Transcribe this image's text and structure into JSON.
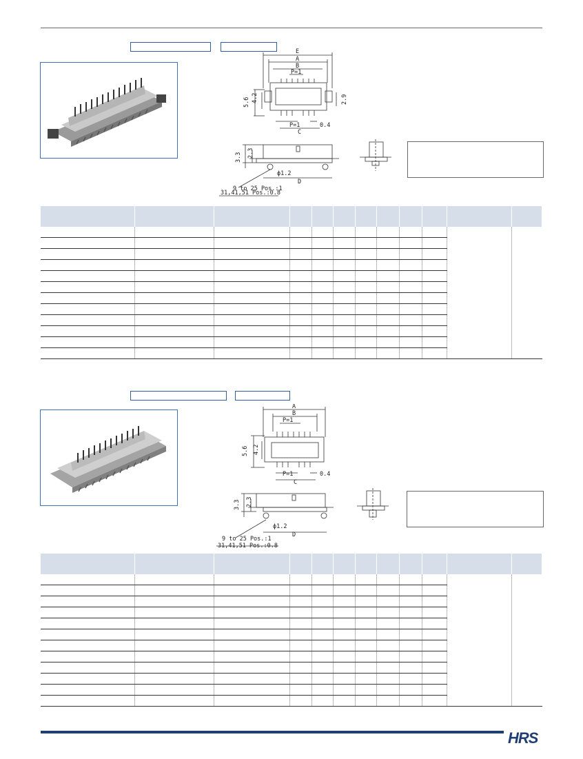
{
  "logo": {
    "text": "HRS",
    "brand_color": "#1f3f73"
  },
  "colors": {
    "table_header": "#d6dfe9",
    "accent": "#2a5fa8"
  },
  "section1": {
    "dims": {
      "E": "E",
      "A": "A",
      "B": "B",
      "P1": "P=1",
      "h56": "5.6",
      "h42": "4.2",
      "h29": "2.9",
      "P1b": "P=1",
      "d04": "0.4",
      "C": "C",
      "h33": "3.3",
      "h23": "2.3",
      "phi": "ϕ1.2",
      "D": "D",
      "note1": "9 to 25 Pos.:1",
      "note2": "31,41,51 Pos.:0.8"
    },
    "table": {
      "rows": 12
    }
  },
  "section2": {
    "dims": {
      "A": "A",
      "B": "B",
      "P1": "P=1",
      "h56": "5.6",
      "h42": "4.2",
      "P1b": "P=1",
      "d04": "0.4",
      "C": "C",
      "h33": "3.3",
      "h23": "2.3",
      "phi": "ϕ1.2",
      "D": "D",
      "note1": "9 to 25 Pos.:1",
      "note2": "31,41,51 Pos.:0.8"
    },
    "table": {
      "rows": 12
    }
  }
}
